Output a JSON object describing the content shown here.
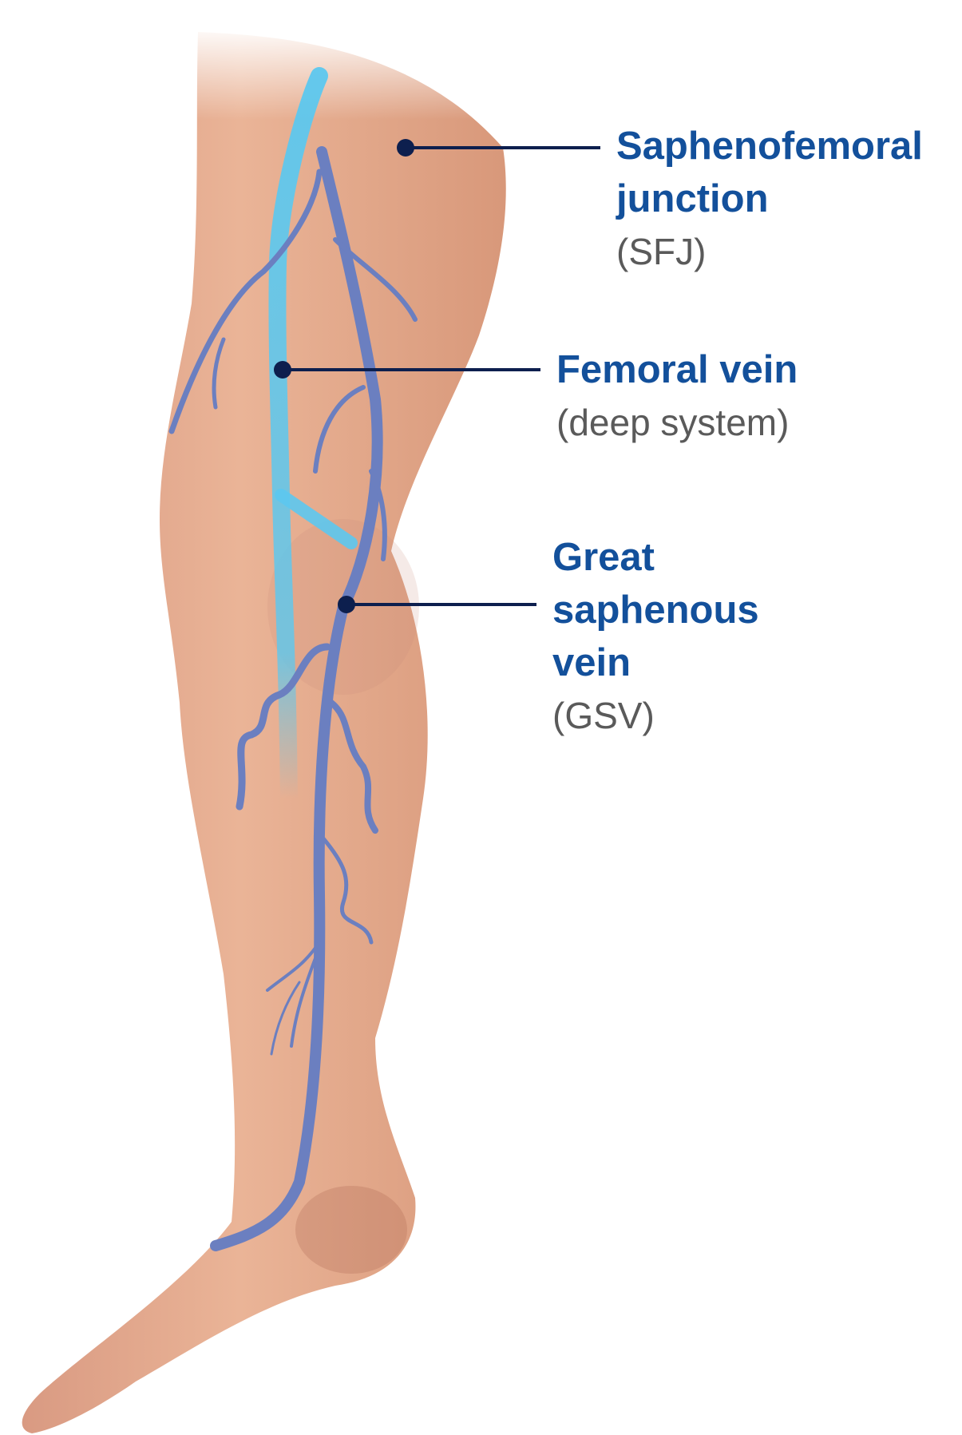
{
  "labels": {
    "sfj": {
      "title_line1": "Saphenofemoral",
      "title_line2": "junction",
      "sub": "(SFJ)"
    },
    "femoral": {
      "title": "Femoral vein",
      "sub": "(deep system)"
    },
    "gsv": {
      "title_line1": "Great",
      "title_line2": "saphenous",
      "title_line3": "vein",
      "sub": "(GSV)"
    }
  },
  "colors": {
    "label_title": "#13509b",
    "label_sub": "#5a5a5a",
    "leader": "#0d1f4e",
    "skin": "#e6a98a",
    "deep_vein": "#5cc8ef",
    "superficial_vein": "#6b7fc0"
  }
}
